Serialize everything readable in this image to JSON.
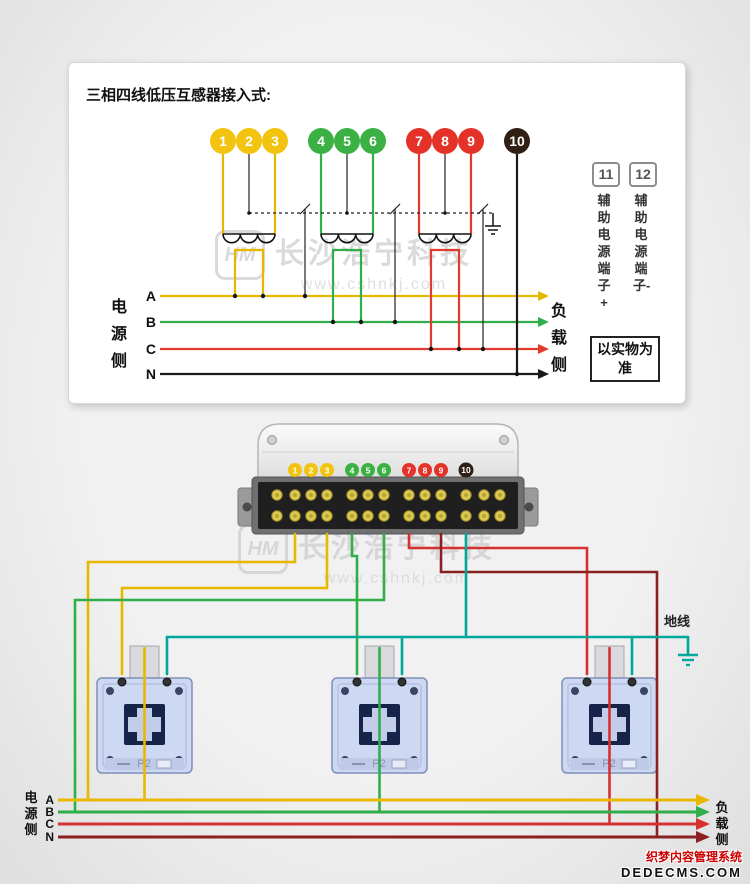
{
  "colors": {
    "yellow": "#e8b800",
    "green": "#2fae49",
    "red": "#d63031",
    "dark_red": "#8b2020",
    "black": "#1a1a1a",
    "teal": "#00a79d",
    "terminal_yellow": "#f2c40f",
    "terminal_green": "#3bb143",
    "terminal_red": "#e53228",
    "terminal_dark": "#301f14",
    "panel": "#ffffff",
    "background": "#ebebeb"
  },
  "top_panel": {
    "title": "三相四线低压互感器接入式:",
    "terminals": [
      "1",
      "2",
      "3",
      "4",
      "5",
      "6",
      "7",
      "8",
      "9",
      "10"
    ],
    "phase_labels": [
      "A",
      "B",
      "C",
      "N"
    ],
    "source_side": "电源侧",
    "load_side": "负载侧",
    "aux_terminal_11": "11",
    "aux_terminal_12": "12",
    "aux_label_plus": "辅助电源端子+",
    "aux_label_minus": "辅助电源端子-",
    "note": "以实物为准"
  },
  "watermark": {
    "logo": "HM",
    "brand": "长沙浩宁科技",
    "url": "www.cshnkj.com"
  },
  "device": {
    "terminal_tags": [
      "1",
      "2",
      "3",
      "4",
      "5",
      "6",
      "7",
      "8",
      "9",
      "10"
    ]
  },
  "cts": {
    "label": "P2"
  },
  "bottom": {
    "ground_label": "地线",
    "phase_labels": [
      "A",
      "B",
      "C",
      "N"
    ],
    "source_side": "电源侧",
    "load_side": "负载侧"
  },
  "footer": {
    "line1": "织梦内容管理系统",
    "line2": "DEDECMS.COM"
  }
}
